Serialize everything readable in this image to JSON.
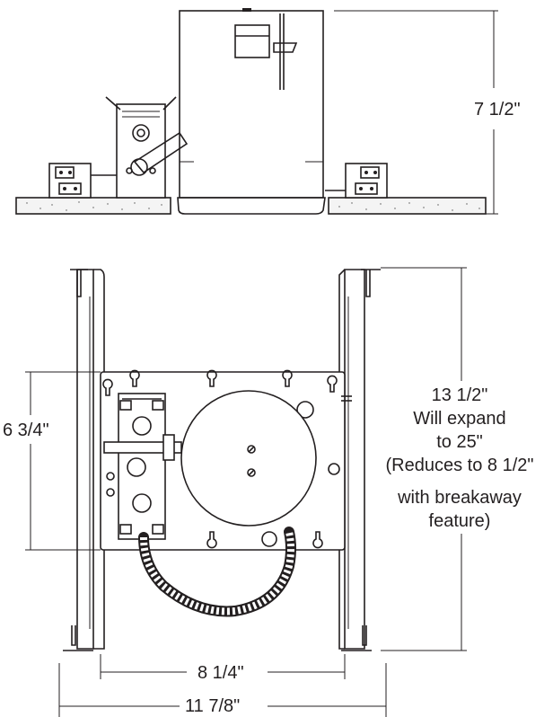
{
  "colors": {
    "line": "#231f20",
    "background": "#ffffff",
    "plaster": "#f4f4f4"
  },
  "side_view": {
    "height_label": "7 1/2\""
  },
  "plan_view": {
    "frame_depth_label": "6 3/4\"",
    "length_label_lines": [
      "13 1/2\"",
      "Will expand",
      "to 25\"",
      "(Reduces to 8 1/2\"",
      "with breakaway",
      "feature)"
    ],
    "inner_width_label": "8 1/4\"",
    "outer_width_label": "11 7/8\""
  }
}
